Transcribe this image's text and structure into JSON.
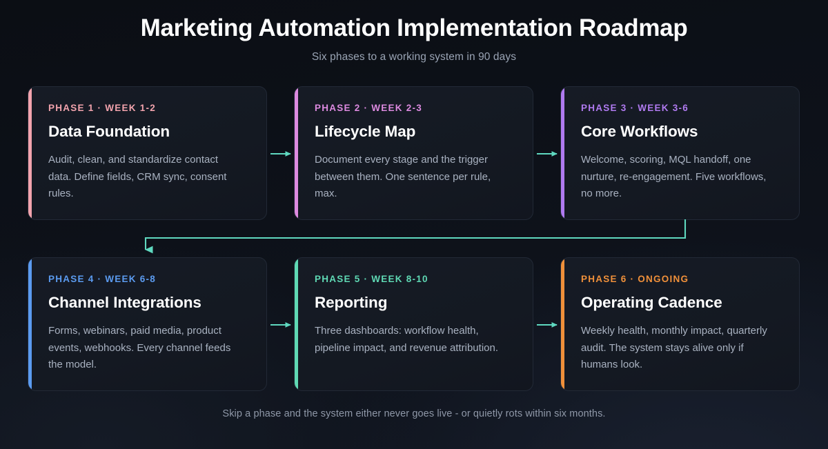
{
  "header": {
    "title": "Marketing Automation Implementation Roadmap",
    "subtitle": "Six phases to a working system in 90 days"
  },
  "cards": [
    {
      "eyebrow": "PHASE 1 · WEEK 1-2",
      "title": "Data Foundation",
      "body": "Audit, clean, and standardize contact data. Define fields, CRM sync, consent rules.",
      "accent": "#f2a3ad"
    },
    {
      "eyebrow": "PHASE 2 · WEEK 2-3",
      "title": "Lifecycle Map",
      "body": "Document every stage and the trigger between them. One sentence per rule, max.",
      "accent": "#dd8ae0"
    },
    {
      "eyebrow": "PHASE 3 · WEEK 3-6",
      "title": "Core Workflows",
      "body": "Welcome, scoring, MQL handoff, one nurture, re-engagement. Five workflows, no more.",
      "accent": "#b07af0"
    },
    {
      "eyebrow": "PHASE 4 · WEEK 6-8",
      "title": "Channel Integrations",
      "body": "Forms, webinars, paid media, product events, webhooks. Every channel feeds the model.",
      "accent": "#5b9bf0"
    },
    {
      "eyebrow": "PHASE 5 · WEEK 8-10",
      "title": "Reporting",
      "body": "Three dashboards: workflow health, pipeline impact, and revenue attribution.",
      "accent": "#5fd9b4"
    },
    {
      "eyebrow": "PHASE 6 · ONGOING",
      "title": "Operating Cadence",
      "body": "Weekly health, monthly impact, quarterly audit. The system stays alive only if humans look.",
      "accent": "#f0903a"
    }
  ],
  "connector_color": "#5fd9c0",
  "footer": {
    "note": "Skip a phase and the system either never goes live - or quietly rots within six months."
  }
}
